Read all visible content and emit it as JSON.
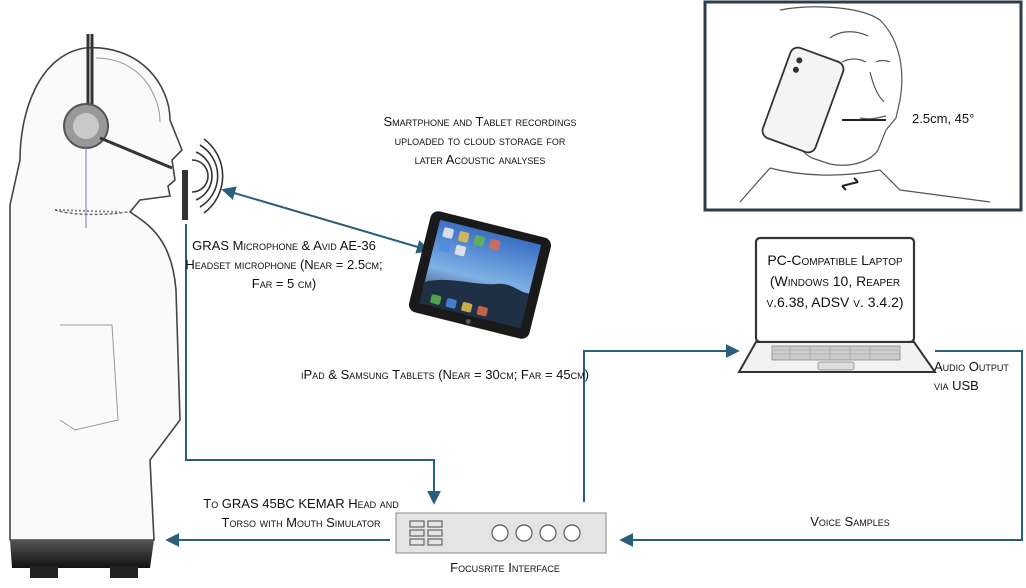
{
  "labels": {
    "smartphone_note": "Smartphone and Tablet recordings uploaded to cloud storage for later Acoustic analyses",
    "mic_label": "GRAS Microphone & Avid AE-36 Headset microphone (Near = 2.5cm; Far = 5 cm)",
    "tablet_distance": "iPad & Samsung Tablets (Near = 30cm; Far = 45cm)",
    "laptop_specs": "PC-Compatible Laptop (Windows 10, Reaper v.6.38, ADSV v. 3.4.2)",
    "audio_output": "Audio Output via USB",
    "kemar": "To GRAS 45BC KEMAR Head and Torso with Mouth Simulator",
    "voice_samples": "Voice Samples",
    "focusrite": "Focusrite Interface",
    "angle": "2.5cm, 45°"
  },
  "colors": {
    "arrow": "#2a5f7a",
    "outline": "#3a3a3a",
    "frame": "#2e3b48",
    "interface_fill": "#e4e4e4"
  },
  "icons": [
    "mannequin-icon",
    "headset-icon",
    "sound-waves-icon",
    "tablet-icon",
    "laptop-icon",
    "focusrite-interface-icon",
    "face-sketch-icon",
    "smartphone-icon"
  ]
}
